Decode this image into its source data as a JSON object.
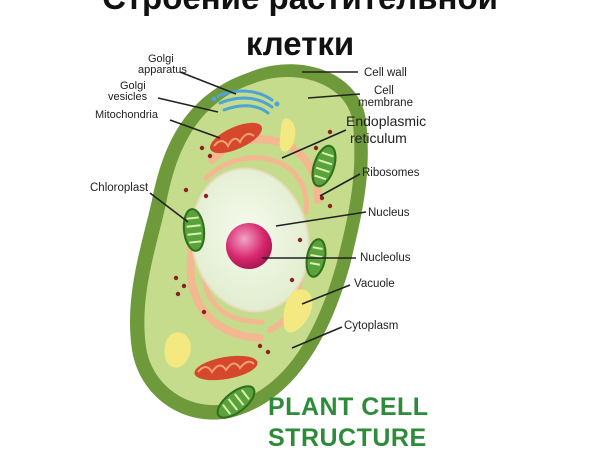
{
  "title": {
    "line1": "Строение растительной",
    "line2": "клетки"
  },
  "labels": {
    "golgi_apparatus_1": "Golgi",
    "golgi_apparatus_2": "apparatus",
    "golgi_vesicles_1": "Golgi",
    "golgi_vesicles_2": "vesicles",
    "mitochondria": "Mitochondria",
    "chloroplast": "Chloroplast",
    "cell_wall": "Cell wall",
    "cell_membrane_1": "Cell",
    "cell_membrane_2": "membrane",
    "er_1": "Endoplasmic",
    "er_2": "reticulum",
    "ribosomes": "Ribosomes",
    "nucleus": "Nucleus",
    "nucleolus": "Nucleolus",
    "vacuole": "Vacuole",
    "cytoplasm": "Cytoplasm"
  },
  "brand": {
    "line1": "PLANT CELL",
    "line2": "STRUCTURE"
  },
  "colors": {
    "cell_wall": "#6e9a3c",
    "cytoplasm": "#c4dc8c",
    "nucleus": "#ecf4e0",
    "er": "#f4b890",
    "nucleolus": "#d8286e",
    "mitochondria": "#d6482c",
    "chloroplast": "#5aa23a",
    "vacuole": "#f4e880",
    "golgi": "#4fa3d6",
    "ribosome": "#8b2020",
    "brand": "#2e8b3a"
  }
}
